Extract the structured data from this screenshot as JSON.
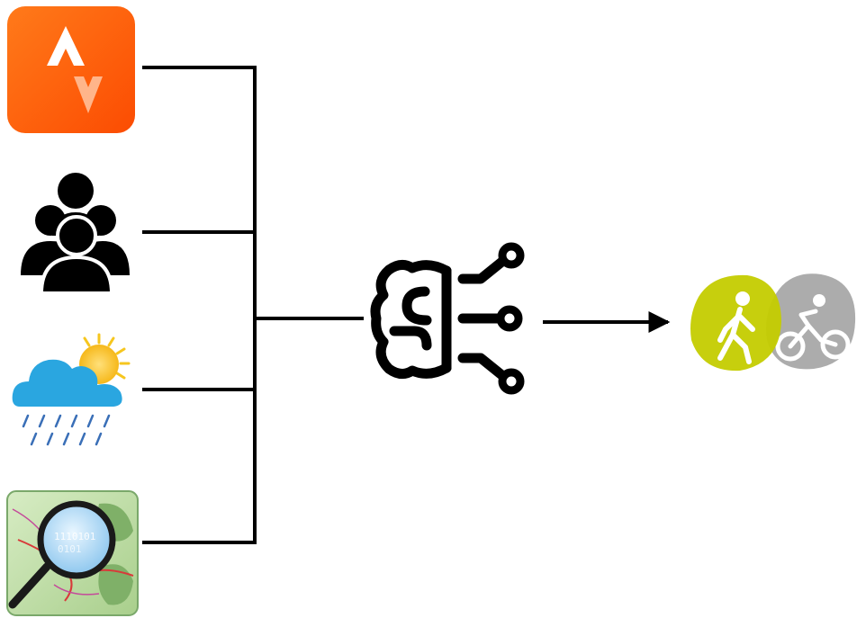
{
  "diagram": {
    "inputs": [
      {
        "name": "strava-app-icon",
        "icon": "strava-logo"
      },
      {
        "name": "crowd-icon",
        "icon": "group-of-people"
      },
      {
        "name": "weather-icon",
        "icon": "sun-cloud-rain"
      },
      {
        "name": "openstreetmap-icon",
        "icon": "map-with-magnifying-glass"
      }
    ],
    "processor": {
      "name": "ai-brain-icon",
      "icon": "brain-circuit"
    },
    "outputs": [
      {
        "name": "walking-icon",
        "icon": "pedestrian",
        "color": "#c4cc00"
      },
      {
        "name": "cycling-icon",
        "icon": "cyclist",
        "color": "#a3a3a3"
      }
    ],
    "colors": {
      "strava_orange": "#fc5200",
      "line": "#000000",
      "cloud_blue": "#2aa6e0",
      "sun_yellow": "#f6c61e",
      "rain_blue": "#3a6fb7",
      "map_green": "#b8d8a0"
    }
  }
}
